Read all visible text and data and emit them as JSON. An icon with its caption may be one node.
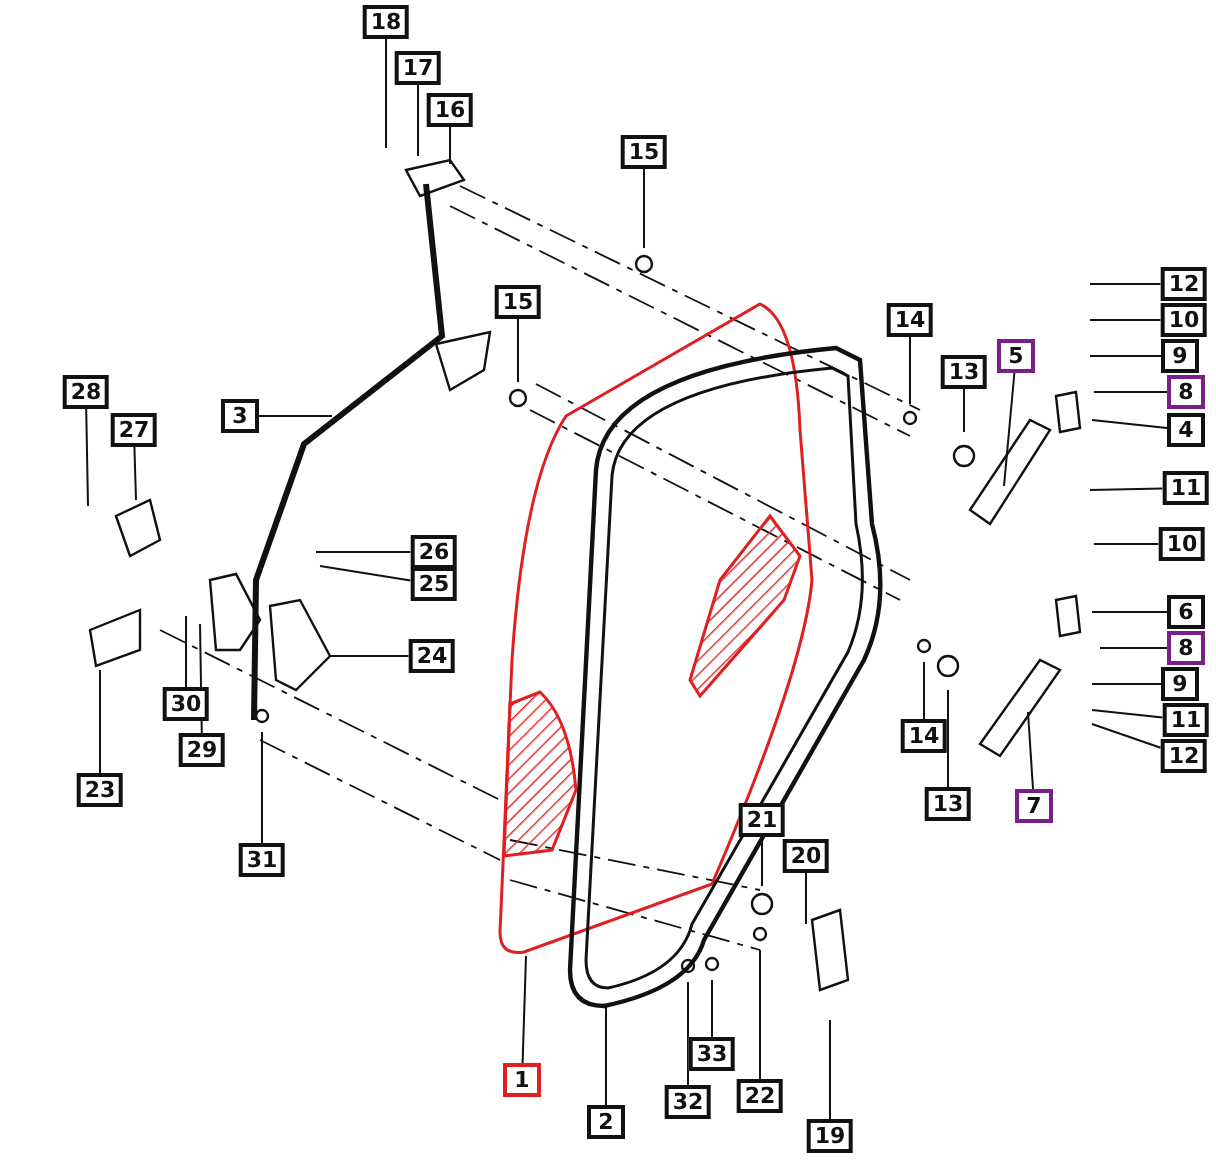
{
  "diagram": {
    "nodes": [
      {
        "text": [
          "18"
        ]
      },
      {
        "text": [
          "17"
        ]
      },
      {
        "text": [
          "16"
        ]
      },
      {
        "text": [
          "15"
        ]
      },
      {
        "text": [
          "15"
        ]
      },
      {
        "text": [
          "3"
        ]
      },
      {
        "text": [
          "28"
        ]
      },
      {
        "text": [
          "27"
        ]
      },
      {
        "text": [
          "26"
        ]
      },
      {
        "text": [
          "25"
        ]
      },
      {
        "text": [
          "24"
        ]
      },
      {
        "text": [
          "30"
        ]
      },
      {
        "text": [
          "29"
        ]
      },
      {
        "text": [
          "23"
        ]
      },
      {
        "text": [
          "31"
        ]
      },
      {
        "text": [
          "1"
        ]
      },
      {
        "text": [
          "2"
        ]
      },
      {
        "text": [
          "33"
        ]
      },
      {
        "text": [
          "32"
        ]
      },
      {
        "text": [
          "22"
        ]
      },
      {
        "text": [
          "21"
        ]
      },
      {
        "text": [
          "20"
        ]
      },
      {
        "text": [
          "19"
        ]
      },
      {
        "text": [
          "14"
        ]
      },
      {
        "text": [
          "13"
        ]
      },
      {
        "text": [
          "5"
        ]
      },
      {
        "text": [
          "12"
        ]
      },
      {
        "text": [
          "10"
        ]
      },
      {
        "text": [
          "9"
        ]
      },
      {
        "text": [
          "8"
        ]
      },
      {
        "text": [
          "4"
        ]
      },
      {
        "text": [
          "11"
        ]
      },
      {
        "text": [
          "10"
        ]
      },
      {
        "text": [
          "6"
        ]
      },
      {
        "text": [
          "8"
        ]
      },
      {
        "text": [
          "9"
        ]
      },
      {
        "text": [
          "11"
        ]
      },
      {
        "text": [
          "12"
        ]
      },
      {
        "text": [
          "14"
        ]
      },
      {
        "text": [
          "13"
        ]
      },
      {
        "text": [
          "7"
        ]
      }
    ],
    "edges": [
      {
        "from": 0,
        "to": null,
        "arrow": "none"
      },
      {
        "from": 1,
        "to": null,
        "arrow": "none"
      },
      {
        "from": 2,
        "to": null,
        "arrow": "none"
      },
      {
        "from": 3,
        "to": null,
        "arrow": "none"
      },
      {
        "from": 4,
        "to": null,
        "arrow": "none"
      },
      {
        "from": 5,
        "to": null,
        "arrow": "none"
      },
      {
        "from": 6,
        "to": null,
        "arrow": "none"
      },
      {
        "from": 7,
        "to": null,
        "arrow": "none"
      },
      {
        "from": 8,
        "to": null,
        "arrow": "none"
      },
      {
        "from": 9,
        "to": null,
        "arrow": "none"
      },
      {
        "from": 10,
        "to": null,
        "arrow": "none"
      },
      {
        "from": 11,
        "to": null,
        "arrow": "none"
      },
      {
        "from": 12,
        "to": null,
        "arrow": "none"
      },
      {
        "from": 13,
        "to": null,
        "arrow": "none"
      },
      {
        "from": 14,
        "to": null,
        "arrow": "none"
      },
      {
        "from": 15,
        "to": null,
        "arrow": "none"
      },
      {
        "from": 16,
        "to": null,
        "arrow": "none"
      },
      {
        "from": 17,
        "to": null,
        "arrow": "none"
      },
      {
        "from": 18,
        "to": null,
        "arrow": "none"
      },
      {
        "from": 19,
        "to": null,
        "arrow": "none"
      },
      {
        "from": 20,
        "to": null,
        "arrow": "none"
      },
      {
        "from": 21,
        "to": null,
        "arrow": "none"
      },
      {
        "from": 22,
        "to": null,
        "arrow": "none"
      },
      {
        "from": 23,
        "to": null,
        "arrow": "none"
      },
      {
        "from": 24,
        "to": null,
        "arrow": "none"
      },
      {
        "from": 25,
        "to": null,
        "arrow": "none"
      },
      {
        "from": 26,
        "to": null,
        "arrow": "none"
      },
      {
        "from": 27,
        "to": null,
        "arrow": "none"
      },
      {
        "from": 28,
        "to": null,
        "arrow": "none"
      },
      {
        "from": 29,
        "to": null,
        "arrow": "none"
      },
      {
        "from": 30,
        "to": null,
        "arrow": "none"
      },
      {
        "from": 31,
        "to": null,
        "arrow": "none"
      },
      {
        "from": 32,
        "to": null,
        "arrow": "none"
      },
      {
        "from": 33,
        "to": null,
        "arrow": "none"
      },
      {
        "from": 34,
        "to": null,
        "arrow": "none"
      },
      {
        "from": 35,
        "to": null,
        "arrow": "none"
      },
      {
        "from": 36,
        "to": null,
        "arrow": "none"
      },
      {
        "from": 37,
        "to": null,
        "arrow": "none"
      },
      {
        "from": 38,
        "to": null,
        "arrow": "none"
      },
      {
        "from": 39,
        "to": null,
        "arrow": "none"
      },
      {
        "from": 40,
        "to": null,
        "arrow": "none"
      }
    ]
  }
}
